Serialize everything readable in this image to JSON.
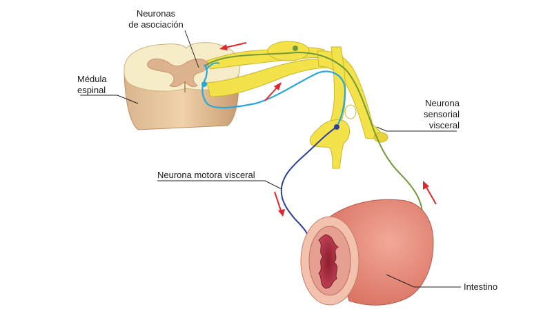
{
  "labels": {
    "association_line1": "Neuronas",
    "association_line2": "de asociación",
    "spinal_line1": "Médula",
    "spinal_line2": "espinal",
    "sensory_line1": "Neurona",
    "sensory_line2": "sensorial",
    "sensory_line3": "visceral",
    "motor": "Neurona motora visceral",
    "intestine": "Intestino"
  },
  "colors": {
    "nerve_yellow": "#f3e24a",
    "nerve_outline": "#c9b62a",
    "sensory_green": "#6f9a3a",
    "association_cyan": "#25a7df",
    "motor_blue": "#2d3f9a",
    "arrow_red": "#e2262b",
    "cord_grey": "#f3e7c4",
    "cord_white": "#dfae86",
    "intestine_pink": "#e58f80",
    "leader_line": "#222222"
  }
}
